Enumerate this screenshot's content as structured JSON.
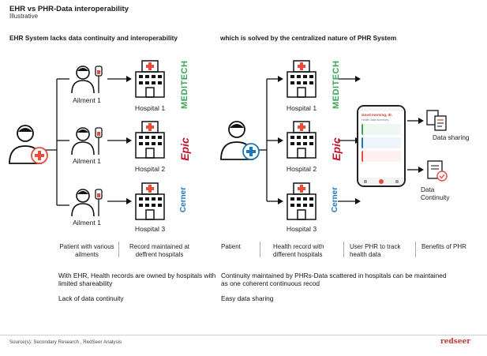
{
  "header": {
    "title": "EHR vs PHR-Data interoperability",
    "subtitle": "Illustrative"
  },
  "left": {
    "heading": "EHR System lacks data continuity and interoperability",
    "ailments": [
      "Ailment 1",
      "Ailment 1",
      "Ailment 1"
    ],
    "hospitals": [
      "Hospital 1",
      "Hospital 2",
      "Hospital 3"
    ],
    "brands": [
      "MEDITECH",
      "Epic",
      "Cerner"
    ],
    "col_labels": [
      "Patient with various ailments",
      "Record maintained at deffrent hospitals"
    ],
    "summary": "With EHR, Health records are owned by hospitals with limited shareability",
    "point": "Lack of data continuity"
  },
  "right": {
    "heading": "which is solved by the centralized nature of PHR System",
    "hospitals": [
      "Hospital 1",
      "Hospital 2",
      "Hospital 3"
    ],
    "brands": [
      "MEDITECH",
      "Epic",
      "Cerner"
    ],
    "phone": {
      "greeting": "Good morning, dr.",
      "subtext": "Health data summary"
    },
    "benefits": [
      "Data sharing",
      "Data Continuity"
    ],
    "col_labels": [
      "Patient",
      "Health record with different hospitals",
      "User PHR to track health data",
      "Benefits of PHR"
    ],
    "summary": "Continuity maintained by PHRs-Data scattered in hospitals can be maintained as one coherent continuous recod",
    "point": "Easy data sharing"
  },
  "footer": {
    "source": "Source(s): Secondary Research , RedSeer  Analysis",
    "logo": "redseer"
  },
  "colors": {
    "accent": "#e74c3c",
    "meditech": "#3aa655",
    "epic": "#c8102e",
    "cerner": "#1f75b9"
  }
}
